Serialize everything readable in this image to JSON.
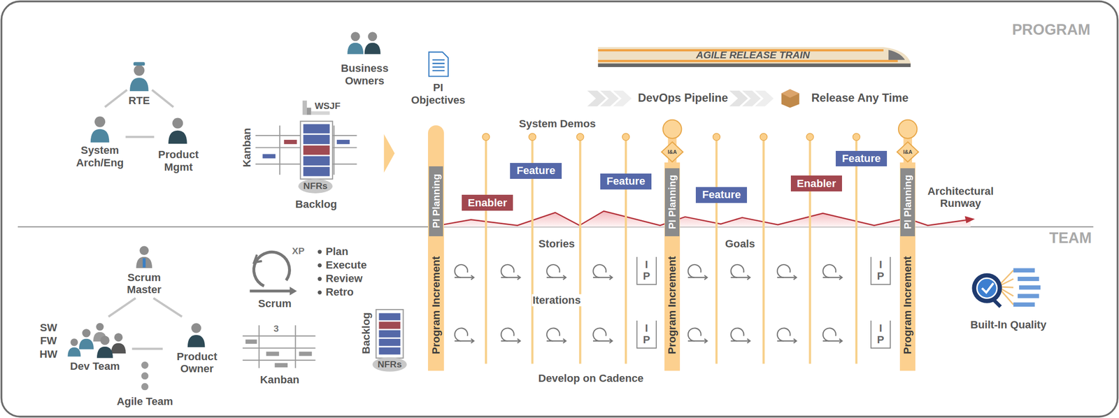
{
  "diagram": {
    "nodes": [
      {
        "text": [
          "Program Increment"
        ]
      },
      {
        "text": [
          "PI Planning"
        ],
        "in": 0
      },
      {
        "text": [
          "Program Increment"
        ]
      },
      {
        "text": [
          "PI Planning"
        ],
        "in": 2
      },
      {
        "text": [
          "Program Increment"
        ]
      },
      {
        "text": [
          "PI Planning"
        ],
        "in": 4
      },
      {
        "text": [
          "Enabler"
        ]
      },
      {
        "text": [
          "Feature"
        ]
      },
      {
        "text": [
          "Feature"
        ]
      },
      {
        "text": [
          "Feature"
        ]
      },
      {
        "text": [
          "Enabler"
        ]
      },
      {
        "text": [
          "Feature"
        ]
      },
      {
        "text": [
          "I P"
        ]
      },
      {
        "text": [
          "I P"
        ]
      },
      {
        "text": [
          "I P"
        ]
      },
      {
        "text": [
          "I P"
        ]
      }
    ],
    "labels": [
      "PROGRAM",
      "TEAM",
      "RTE",
      "System Arch/Eng",
      "Product Mgmt",
      "Business Owners",
      "WSJF",
      "Kanban",
      "NFRs",
      "Backlog",
      "PI Objectives",
      "AGILE RELEASE TRAIN",
      "DevOps Pipeline",
      "Release Any Time",
      "System Demos",
      "I&A",
      "I&A",
      "Architectural Runway",
      "Stories",
      "Goals",
      "Iterations",
      "Develop on Cadence",
      "Built-In Quality",
      "Scrum Master",
      "SW",
      "FW",
      "HW",
      "Dev Team",
      "Product Owner",
      "Agile Team",
      "XP",
      "Plan",
      "Execute",
      "Review",
      "Retro",
      "Scrum",
      "3",
      "Kanban",
      "Backlog",
      "NFRs"
    ]
  }
}
